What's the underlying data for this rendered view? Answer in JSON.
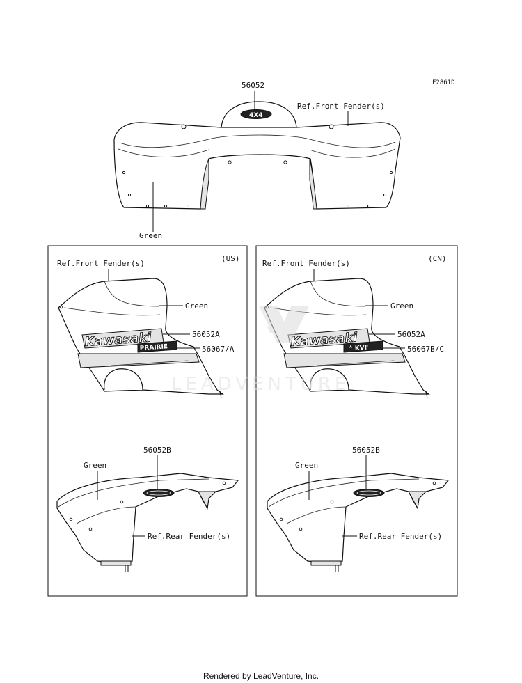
{
  "figure_code": "F2861D",
  "top": {
    "part_number": "56052",
    "ref_label": "Ref.Front Fender(s)",
    "color_label": "Green"
  },
  "us_panel": {
    "region": "(US)",
    "ref_front": "Ref.Front Fender(s)",
    "color_front": "Green",
    "part_a": "56052A",
    "part_b": "56067/A",
    "part_c": "56052B",
    "color_rear": "Green",
    "ref_rear": "Ref.Rear Fender(s)",
    "decal_brand": "Kawasaki",
    "decal_model": "PRAIRIE"
  },
  "cn_panel": {
    "region": "(CN)",
    "ref_front": "Ref.Front Fender(s)",
    "color_front": "Green",
    "part_a": "56052A",
    "part_b": "56067B/C",
    "part_c": "56052B",
    "color_rear": "Green",
    "ref_rear": "Ref.Rear Fender(s)",
    "decal_brand": "Kawasaki",
    "decal_model": "KVF"
  },
  "watermark": "LEADVENTURE",
  "footer": "Rendered by LeadVenture, Inc."
}
